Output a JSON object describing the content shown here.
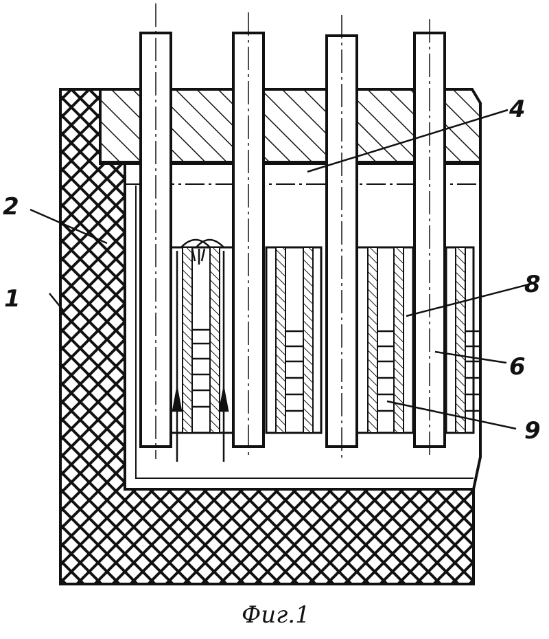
{
  "figure": {
    "caption": "Фиг.1",
    "labels": {
      "l1": "1",
      "l2": "2",
      "l4": "4",
      "l6": "6",
      "l8": "8",
      "l9": "9"
    }
  }
}
